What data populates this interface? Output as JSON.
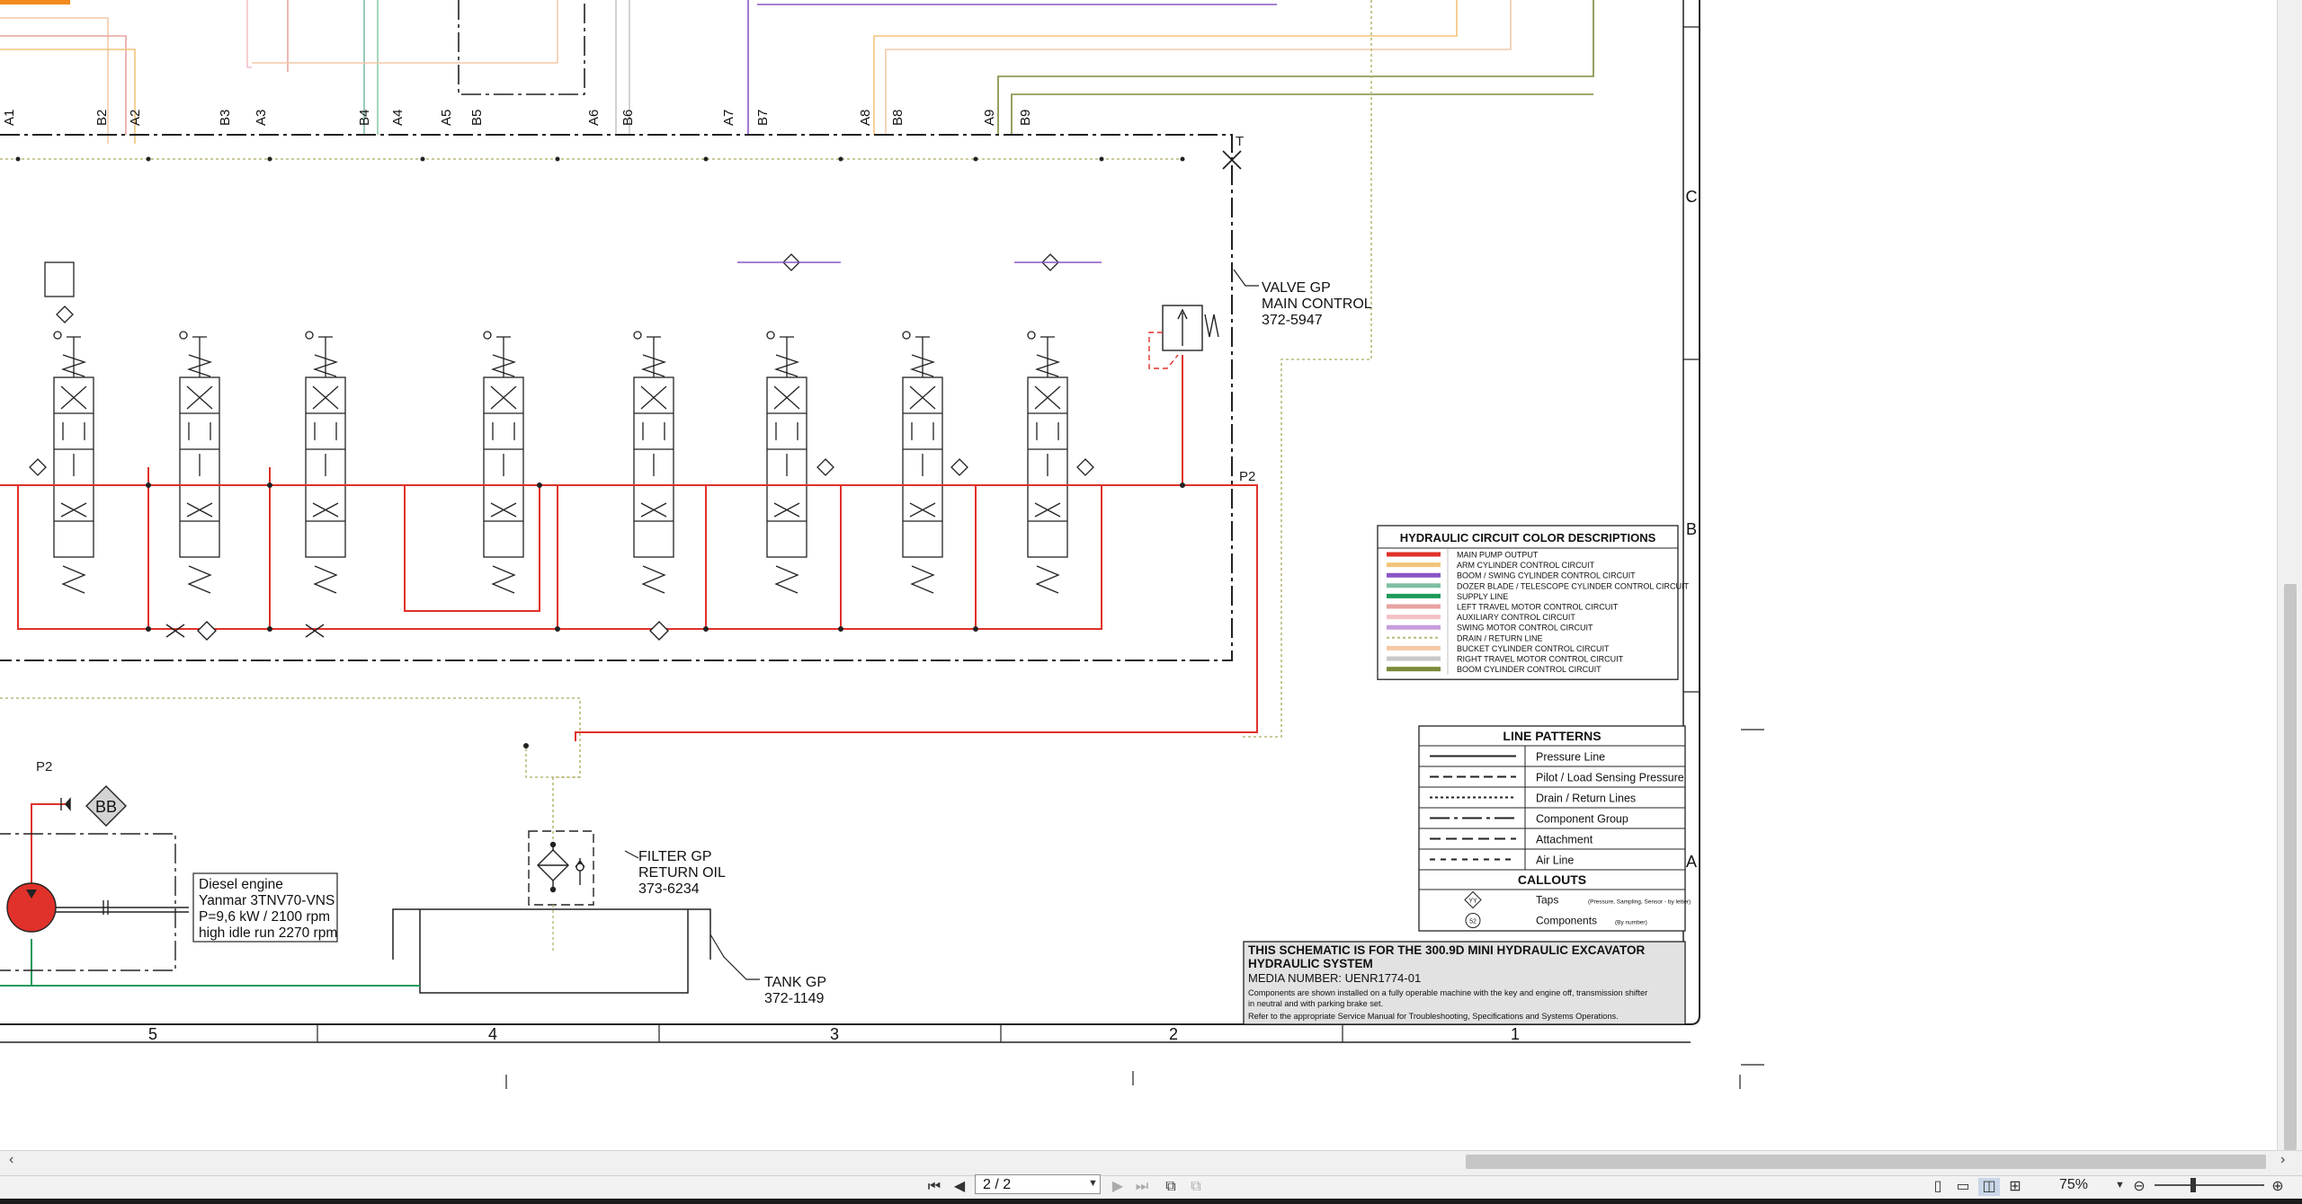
{
  "sheet": {
    "connectors": [
      "A1",
      "B2",
      "A2",
      "B3",
      "A3",
      "B4",
      "A4",
      "A5",
      "B5",
      "A6",
      "B6",
      "A7",
      "B7",
      "A8",
      "B8",
      "A9",
      "B9"
    ],
    "tank_port": "T",
    "pump_port_valve": "P2",
    "pump_port_engine": "P2",
    "zone_letters": [
      "C",
      "B",
      "A"
    ],
    "column_numbers": [
      "5",
      "4",
      "3",
      "2",
      "1"
    ],
    "valve_label": [
      "VALVE GP",
      "MAIN CONTROL",
      "372-5947"
    ],
    "filter_label": [
      "FILTER GP",
      "RETURN OIL",
      "373-6234"
    ],
    "tank_label": [
      "TANK GP",
      "372-1149"
    ],
    "engine_label": [
      "Diesel engine",
      "Yanmar 3TNV70-VNS",
      "P=9,6 kW / 2100 rpm",
      "high idle run 2270 rpm"
    ],
    "tap_callout": "BB"
  },
  "color_legend": {
    "title": "HYDRAULIC CIRCUIT COLOR DESCRIPTIONS",
    "items": [
      {
        "label": "MAIN PUMP OUTPUT",
        "color": "#e0312a",
        "dotted": false
      },
      {
        "label": "ARM CYLINDER CONTROL CIRCUIT",
        "color": "#f2c47a",
        "dotted": false
      },
      {
        "label": "BOOM / SWING CYLINDER CONTROL CIRCUIT",
        "color": "#8a55c7",
        "dotted": false
      },
      {
        "label": "DOZER BLADE / TELESCOPE CYLINDER CONTROL CIRCUIT",
        "color": "#7fbfa3",
        "dotted": false
      },
      {
        "label": "SUPPLY LINE",
        "color": "#1c9a5a",
        "dotted": false
      },
      {
        "label": "LEFT TRAVEL MOTOR CONTROL CIRCUIT",
        "color": "#e7a3a0",
        "dotted": false
      },
      {
        "label": "AUXILIARY CONTROL CIRCUIT",
        "color": "#f3c1c6",
        "dotted": false
      },
      {
        "label": "SWING MOTOR CONTROL CIRCUIT",
        "color": "#c79ddd",
        "dotted": false
      },
      {
        "label": "DRAIN / RETURN LINE",
        "color": "#b9b97a",
        "dotted": true
      },
      {
        "label": "BUCKET CYLINDER CONTROL CIRCUIT",
        "color": "#f4c9a8",
        "dotted": false
      },
      {
        "label": "RIGHT TRAVEL MOTOR CONTROL CIRCUIT",
        "color": "#c8c8c8",
        "dotted": false
      },
      {
        "label": "BOOM CYLINDER CONTROL CIRCUIT",
        "color": "#7a8c3a",
        "dotted": false
      }
    ]
  },
  "line_patterns": {
    "title": "LINE PATTERNS",
    "items": [
      {
        "label": "Pressure Line",
        "dash": ""
      },
      {
        "label": "Pilot / Load Sensing Pressure",
        "dash": "10 5"
      },
      {
        "label": "Drain / Return Lines",
        "dash": "3 3"
      },
      {
        "label": "Component Group",
        "dash": "22 5 4 5"
      },
      {
        "label": "Attachment",
        "dash": "12 6"
      },
      {
        "label": "Air Line",
        "dash": "6 6"
      }
    ],
    "callouts_title": "CALLOUTS",
    "callouts": [
      {
        "symbol": "YY",
        "label": "Taps",
        "note": "(Pressure, Sampling, Sensor - by letter)"
      },
      {
        "symbol": "52",
        "label": "Components",
        "note": "(By number)"
      }
    ]
  },
  "title_block": {
    "line1": "THIS SCHEMATIC IS FOR THE 300.9D MINI HYDRAULIC EXCAVATOR",
    "line2": "HYDRAULIC SYSTEM",
    "line3": "MEDIA NUMBER: UENR1774-01",
    "line4": "Components are shown installed on a fully operable machine with the key and engine off, transmission shifter",
    "line5": "in neutral and with parking brake set.",
    "line6": "Refer to the appropriate Service Manual for Troubleshooting, Specifications and Systems Operations."
  },
  "viewer": {
    "page_indicator": "2 / 2",
    "zoom": "75%"
  }
}
